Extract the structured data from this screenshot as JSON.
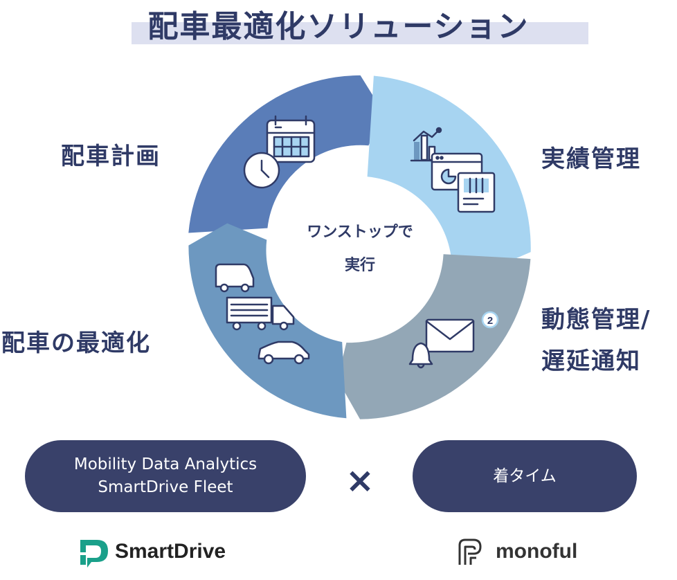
{
  "title": "配車最適化ソリューション",
  "cycle": {
    "center": {
      "line1": "ワンストップで",
      "line2": "実行"
    },
    "segments": [
      {
        "label": "配車計画",
        "color": "#5a7db8",
        "icon": "calendar-clock-icon"
      },
      {
        "label": "実績管理",
        "color": "#a7d4f1",
        "icon": "report-chart-icon"
      },
      {
        "label_line1": "動態管理/",
        "label_line2": "遅延通知",
        "color": "#93a7b6",
        "icon": "mail-bell-icon"
      },
      {
        "label": "配車の最適化",
        "color": "#6d98c0",
        "icon": "vehicles-icon"
      }
    ],
    "mail_badge": "2"
  },
  "products": {
    "left": {
      "line1": "Mobility Data Analytics",
      "line2": "SmartDrive Fleet"
    },
    "cross": "×",
    "right": {
      "label": "着タイム"
    }
  },
  "logos": {
    "left": {
      "name": "SmartDrive",
      "color": "#1aa08a",
      "icon": "smartdrive-logo-icon"
    },
    "right": {
      "name": "monoful",
      "icon": "monoful-logo-icon"
    }
  },
  "colors": {
    "navy": "#2f3a66",
    "pill": "#39416a",
    "title_band": "#dde0f0"
  }
}
